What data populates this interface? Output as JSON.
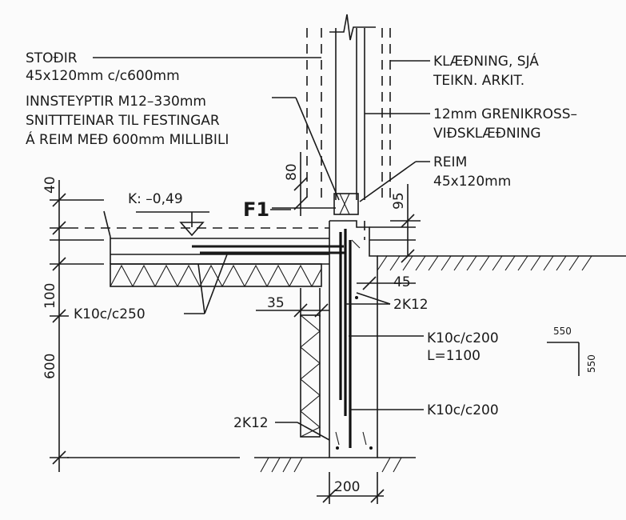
{
  "labels": {
    "studs_line1": "STOÐIR",
    "studs_line2": "45x120mm  c/c600mm",
    "anchor_line1": "INNSTEYPTIR  M12–330mm",
    "anchor_line2": "SNITTTEINAR  TIL  FESTINGAR",
    "anchor_line3": "Á  REIM  MEÐ  600mm  MILLIBILI",
    "cladding_line1": "KLÆÐNING,  SJÁ",
    "cladding_line2": "TEIKN.  ARKIT.",
    "board_line1": "12mm  GRENIKROSS–",
    "board_line2": "VIÐSKLÆÐNING",
    "plate_line1": "REIM",
    "plate_line2": "45x120mm",
    "level": "K: –0,49",
    "floor_tag": "F1",
    "rebar_slab": "K10c/c250",
    "rebar_2k12_upper": "2K12",
    "rebar_wall_line1": "K10c/c200",
    "rebar_wall_line2": "L=1100",
    "rebar_wall2": "K10c/c200",
    "rebar_2k12_lower": "2K12",
    "hook_h": "550",
    "hook_v": "550"
  },
  "dimensions": {
    "d40": "40",
    "d100": "100",
    "d600": "600",
    "d80": "80",
    "d95": "95",
    "d45": "45",
    "d35": "35",
    "d200": "200"
  }
}
